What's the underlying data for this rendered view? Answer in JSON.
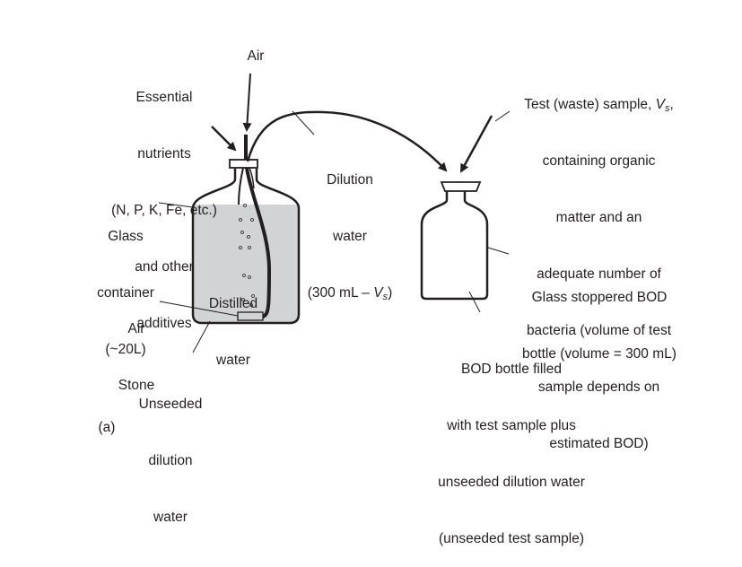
{
  "diagram": {
    "panel_label": "(a)",
    "labels": {
      "nutrients": [
        "Essential",
        "nutrients",
        "(N, P, K, Fe, etc.)",
        "and other",
        "additives"
      ],
      "air": "Air",
      "dilution_water": [
        "Dilution",
        "water"
      ],
      "dilution_formula_prefix": "(300 mL – ",
      "dilution_formula_var": "V",
      "dilution_formula_sub": "s",
      "dilution_formula_suffix": ")",
      "test_sample_line1_prefix": "Test (waste) sample, ",
      "test_sample_var": "V",
      "test_sample_sub": "s",
      "test_sample_line1_suffix": ",",
      "test_sample_rest": [
        "containing organic",
        "matter and an",
        "adequate number of",
        "bacteria (volume of test",
        "sample depends on",
        "estimated BOD)"
      ],
      "glass_container": [
        "Glass",
        "container",
        "(~20L)"
      ],
      "distilled_water": [
        "Distilled",
        "water"
      ],
      "air_stone": [
        "Air",
        "Stone"
      ],
      "unseeded_dilution_water": [
        "Unseeded",
        "dilution",
        "water"
      ],
      "bod_bottle": [
        "Glass stoppered BOD",
        "bottle (volume = 300 mL)"
      ],
      "bod_filled": [
        "BOD bottle filled",
        "with test sample plus",
        "unseeded dilution water",
        "(unseeded test sample)"
      ]
    },
    "colors": {
      "ink": "#231f20",
      "water_fill": "#d1d3d4"
    }
  }
}
